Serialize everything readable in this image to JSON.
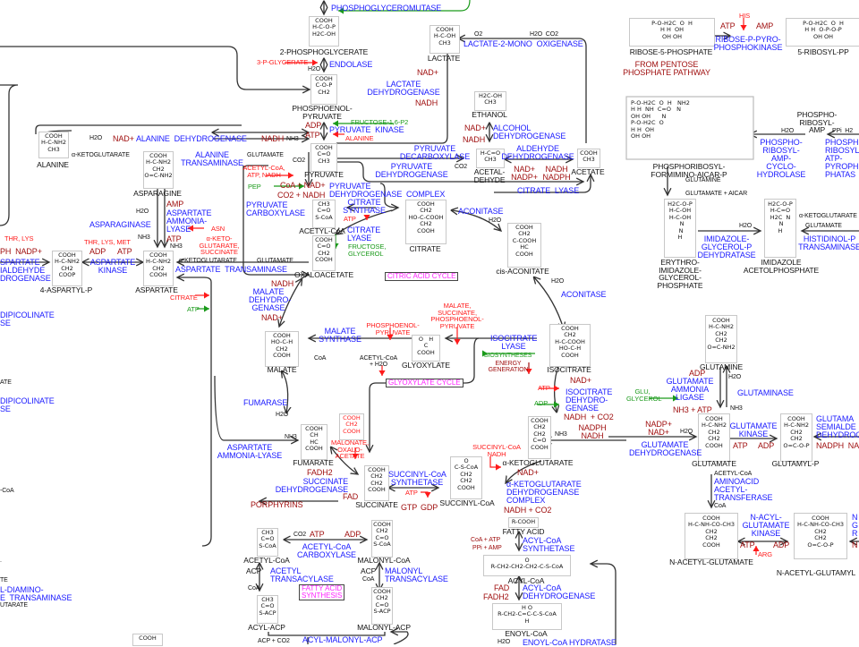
{
  "colors": {
    "enzyme": "#1a1aff",
    "cofactor": "#a01010",
    "inhibitor": "#ff1a1a",
    "activator": "#1a9a1a",
    "cycle_label": "#ff22ff",
    "compound": "#111111"
  },
  "compounds": {
    "phosphoglycerate2": {
      "name": "2-PHOSPHOGLYCERATE",
      "formula": "COOH\nH-C-O-P\nH2C-OH"
    },
    "pep": {
      "name": "PHOSPHOENOL-\nPYRUVATE",
      "formula": "COOH\nC-O-P\nCH2"
    },
    "pyruvate": {
      "name": "PYRUVATE",
      "formula": "COOH\nC=O\nCH3"
    },
    "lactate": {
      "name": "LACTATE",
      "formula": "COOH\nH-C-OH\nCH3"
    },
    "ethanol": {
      "name": "ETHANOL",
      "formula": "H2C-OH\nCH3"
    },
    "acetaldehyde": {
      "name": "ACETAL-\nDEHYDE",
      "formula": "H-C=O\nCH3"
    },
    "acetate": {
      "name": "ACETATE",
      "formula": "COOH\nCH3"
    },
    "alanine": {
      "name": "ALANINE",
      "formula": "COOH\nH-C-NH2\nCH3"
    },
    "asparagine": {
      "name": "ASPARAGINE",
      "formula": "COOH\nH-C-NH2\nCH2\nO=C-NH2"
    },
    "aspartate": {
      "name": "ASPARTATE",
      "formula": "COOH\nH-C-NH2\nCH2\nCOOH"
    },
    "aspartyl_p": {
      "name": "4-ASPARTYL-P",
      "formula": "COOH\nH-C-NH2\nCH2\nCOOP"
    },
    "acetyl_coa": {
      "name": "ACETYL-CoA",
      "formula": "CH3\nC=O\nS-CoA"
    },
    "oxaloacetate": {
      "name": "OXALOACETATE",
      "formula": "COOH\nC=O\nCH2\nCOOH"
    },
    "citrate": {
      "name": "CITRATE",
      "formula": "COOH\nCH2\nHO-C-COOH\nCH2\nCOOH"
    },
    "cis_aconitate": {
      "name": "cis-ACONITATE",
      "formula": "COOH\nCH2\nC-COOH\nHC\nCOOH"
    },
    "isocitrate": {
      "name": "ISOCITRATE",
      "formula": "COOH\nCH2\nH-C-COOH\nHO-C-H\nCOOH"
    },
    "malate": {
      "name": "MALATE",
      "formula": "COOH\nHO-C-H\nCH2\nCOOH"
    },
    "glyoxylate": {
      "name": "GLYOXYLATE",
      "formula": "O   H\nC\nCOOH"
    },
    "fumarate": {
      "name": "FUMARATE",
      "formula": "COOH\nCH\nHC\nCOOH"
    },
    "succinate": {
      "name": "SUCCINATE",
      "formula": "COOH\nCH2\nCH2\nCOOH"
    },
    "succinyl_coa": {
      "name": "SUCCINYL-CoA",
      "formula": "O\nC-S-CoA\nCH2\nCH2\nCOOH"
    },
    "akg": {
      "name": "α-KETOGLUTARATE",
      "formula": "COOH\nCH2\nCH2\nC=O\nCOOH"
    },
    "malonate_inh": {
      "formula": "COOH\nCH2\nCOOH"
    },
    "ribose5p": {
      "name": "RIBOSE-5-PHOSPHATE",
      "formula": "P-O-H2C  O  H\nH H  OH\nOH OH"
    },
    "ribosylpp": {
      "name": "5-RIBOSYL-PP",
      "formula": "P-O-H2C  O  H\nH H  O-P-O-P\nOH OH"
    },
    "prfar": {
      "name": "PHOSPHORIBOSYL-\nFORMIMINO-AICAR-P",
      "formula": "P-O-H2C  O  H   NH2\nH H  NH  C=O   N\nOH OH      N\nP-O-H2C  O\nH H  OH\nOH OH"
    },
    "pr_amp": {
      "name": "PHOSPHO-\nRIBOSYL-\nAMP"
    },
    "igp": {
      "name": "ERYTHRO-\nIMIDAZOLE-\nGLYCEROL-\nPHOSPHATE",
      "formula": "H2C-O-P\nH-C-OH\nH-C-OH\n  N\n N\nH"
    },
    "iap": {
      "name": "IMIDAZOLE\nACETOLPHOSPHATE",
      "formula": "H2C-O-P\nH-C=O\nH2C  N\n N\nH"
    },
    "glutamine": {
      "name": "GLUTAMINE",
      "formula": "COOH\nH-C-NH2\nCH2\nCH2\nO=C-NH2"
    },
    "glutamate": {
      "name": "GLUTAMATE",
      "formula": "COOH\nH-C-NH2\nCH2\nCH2\nCOOH"
    },
    "glutamyl_p": {
      "name": "GLUTAMYL-P",
      "formula": "COOH\nH-C-NH2\nCH2\nCH2\nO=C-O-P"
    },
    "n_acetyl_glutamate": {
      "name": "N-ACETYL-GLUTAMATE",
      "formula": "COOH\nH-C-NH-CO-CH3\nCH2\nCH2\nCOOH"
    },
    "n_acetyl_glutamyl": {
      "name": "N-ACETYL-GLUTAMYL",
      "formula": "COOH\nH-C-NH-CO-CH3\nCH2\nCH2\nO=C-O-P"
    },
    "fa_acetyl_coa": {
      "name": "ACETYL-CoA",
      "formula": "CH3\nC=O\nS-CoA"
    },
    "malonyl_coa": {
      "name": "MALONYL-CoA",
      "formula": "COOH\nCH2\nC=O\nS-CoA"
    },
    "acyl_acp": {
      "name": "ACYL-ACP",
      "formula": "CH3\nC=O\nS-ACP"
    },
    "malonyl_acp": {
      "name": "MALONYL-ACP",
      "formula": "COOH\nCH2\nC=O\nS-ACP"
    },
    "fatty_acid": {
      "name": "FATTY ACID",
      "formula": "R-COOH"
    },
    "acyl_coa": {
      "name": "ACYL-CoA",
      "formula": "O\nR-CH2-CH2-CH2-C-S-CoA"
    },
    "enoyl_coa": {
      "name": "ENOYL-CoA",
      "formula": "H O\nR-CH2-C=C-C-S-CoA\nH"
    },
    "bottom_left": {
      "formula": "COOH"
    }
  },
  "enzymes": {
    "phosphoglyceromutase": "PHOSPHOGLYCEROMUTASE",
    "endolase": "ENDOLASE",
    "pyruvate_kinase": "PYRUVATE  KINASE",
    "lactate_dh": "LACTATE\nDEHYDROGENASE",
    "lactate_mono": "LACTATE-2-MONO  OXIGENASE",
    "alcohol_dh": "ALCOHOL\nDEHYDROGENASE",
    "aldehyde_dh": "ALDEHYDE\nDEHYDROGENASE",
    "pyruvate_decarb": "PYRUVATE\nDECARBOXYLASE",
    "pyruvate_dh": "PYRUVATE\nDEHYDROGENASE",
    "pdh_complex": "PYRUVATE\nDEHYDROGENASE  COMPLEX",
    "citrate_lyase_top": "CITRATE  LYASE",
    "alanine_dh": "ALANINE  DEHYDROGENASE",
    "alanine_trans": "ALANINE\nTRANSAMINASE",
    "asparaginase": "ASPARAGINASE",
    "aspartate_ammonia_lyase_top": "ASPARTATE\nAMMONIA-\nLYASE",
    "aspartate_kinase": "ASPARTATE\nKINASE",
    "aspartate_semialdehyde": "SPARTATE\nIALDEHYDE\nDROGENASE",
    "aspartate_trans": "ASPARTATE  TRANSAMINASE",
    "pyruvate_carboxylase": "PYRUVATE\nCARBOXYLASE",
    "citrate_synthase": "CITRATE\nSYNTHASE",
    "citrate_lyase": "CITRATE\nLYASE",
    "aconitase1": "ACONITASE",
    "aconitase2": "ACONITASE",
    "malate_dh": "MALATE\nDEHYDRO-\nGENASE",
    "malate_synthase": "MALATE\nSYNTHASE",
    "isocitrate_lyase": "ISOCITRATE\nLYASE",
    "isocitrate_dh": "ISOCITRATE\nDEHYDRO-\nGENASE",
    "fumarase": "FUMARASE",
    "aspartate_ammonia_lyase": "ASPARTATE\nAMMONIA-LYASE",
    "succinate_dh": "SUCCINATE\nDEHYDROGENASE",
    "succinyl_coa_synth": "SUCCINYL-CoA\nSYNTHETASE",
    "akg_dh": "α-KETOGLUTARATE\nDEHYDROGENASE\nCOMPLEX",
    "ribose_p_pyro": "RIBOSE-P-PYRO-\nPHOSPHOKINASE",
    "pr_amp_cyclo": "PHOSPHO-\nRIBOSYL-\nAMP-\nCYCLO-\nHYDROLASE",
    "pr_atp_pyro": "PHOSPH\nRIBOSYL\nATP-\nPYROPH\nPHATAS",
    "igp_dehydratase": "IMIDAZOLE-\nGLYCEROL-P\nDEHYDRATASE",
    "histidinol_trans": "HISTIDINOL-P\nTRANSAMINASE",
    "glutamate_ammonia_ligase": "GLUTAMATE\nAMMONIA\nLIGASE",
    "glutaminase": "GLUTAMINASE",
    "glutamate_dh": "GLUTAMATE\nDEHYDROGENASE",
    "glutamate_kinase": "GLUTAMATE\nKINASE",
    "glutamate_semialdehyde": "GLUTAMA\nSEMIALDE\nDEHYDROG",
    "aminoacid_acetyltrans": "AMINOACID\nACETYL-\nTRANSFERASE",
    "n_acyl_glu_kinase": "N-ACYL-\nGLUTAMATE\nKINASE",
    "right_edge_r": "N\nG\nR",
    "acetyl_coa_carb": "ACETYL-CoA\nCARBOXYLASE",
    "acetyl_transacylase": "ACETYL\nTRANSACYLASE",
    "malonyl_transacylase": "MALONYL\nTRANSACYLASE",
    "acyl_malonyl_acp": "ACYL-MALONYL-ACP",
    "acyl_coa_synth": "ACYL-CoA\nSYNTHETASE",
    "acyl_coa_dh": "ACYL-CoA\nDEHYDROGENASE",
    "enoyl_coa_hydratase": "ENOYL-CoA HYDRATASE",
    "dipicolinate1": "DIPICOLINATE\nSE",
    "dipicolinate2": "DIPICOLINATE\nSE",
    "diamino_trans": "L-DIAMINO-\nE  TRANSAMINASE"
  },
  "cofactors": {
    "h2o_endolase": "H2O",
    "adp_pk": "ADP",
    "atp_pk": "ATP",
    "nad_lac": "NAD+",
    "nadh_lac": "NADH",
    "o2": "O2",
    "h2o_co2": "H2O  CO2",
    "nad_alc": "NAD+",
    "nadh_alc": "NADH",
    "nad_ald": "NAD+\nNADP+",
    "nadh_ald": "NADH\nNADPH",
    "co2_decarb": "CO2",
    "h2o_ala": "H2O",
    "nad_ala": "NAD+",
    "nadh_ala": "NADH",
    "nh3_ala": "NH3",
    "akg_ala": "α-KETOGLUTARATE",
    "glu_ala": "GLUTAMATE",
    "co2_pc": "CO2",
    "coa_nad": "CoA + NAD+",
    "co2_nadh": "CO2 + NADH",
    "amp_asn": "AMP",
    "atp_asn": "ATP",
    "nh3_asn": "NH3",
    "h2o_asn": "H2O",
    "nh3_asn2": "NH3",
    "adp_ak": "ADP",
    "atp_ak": "ATP",
    "nadp_left": "PH  NADP+",
    "akg_asp": "α-KETOGLUTARATE",
    "glu_asp": "GLUTAMATE",
    "h2o_acon": "H2O",
    "h2o_acon2": "H2O",
    "nadh_mdh": "NADH",
    "nad_mdh": "NAD+",
    "coa_ms": "CoA",
    "acetyl_ms": "ACETYL-CoA\n+ H2O",
    "biosyntheses": "BIOSYNTHESES",
    "energy_gen": "ENERGY\nGENERATION",
    "nad_icdh": "NAD+",
    "nadh_icdh": "NADH  + CO2",
    "nh3_glu": "NH3",
    "nadph_glu": "NADPH\nNADH",
    "h2o_fum": "H2O",
    "nh3_fum": "NH3",
    "fadh2": "FADH2",
    "fad": "FAD",
    "porphyrins": "PORPHYRINS",
    "gtp": "GTP",
    "gdp": "GDP",
    "atp_scs": "ATP",
    "nad_akg": "NAD+",
    "nadh_akg": "NADH + CO2",
    "atp_rpk": "ATP",
    "amp_rpk": "AMP",
    "from_pentose": "FROM PENTOSE\nPHOSPHATE PATHWAY",
    "h2o_pra": "H2O",
    "ppi_pra": "PPi  H2",
    "glutamine_his": "GLUTAMINE",
    "glutamate_aicar": "GLUTAMATE + AICAR",
    "h2o_igp": "H2O",
    "akg_his": "α-KETOGLUTARATE",
    "glu_his": "GLUTAMATE",
    "adp_gs": "ADP",
    "h2o_gs": "H2O",
    "nh3_atp_gs": "NH3 + ATP",
    "nh3_gs": "NH3",
    "nadp_gdh": "NADP+\nNAD+",
    "h2o_gdh": "H2O",
    "atp_gk": "ATP",
    "adp_gk": "ADP",
    "nadph_gsa": "NADPH  NA",
    "acetyl_coa_aat": "ACETYL-CoA",
    "coa_aat": "CoA",
    "atp_nag": "ATP",
    "adp_nag": "ADP",
    "n_right": "N",
    "co2_acc": "CO2",
    "atp_acc": "ATP",
    "adp_acc": "ADP",
    "acp_at": "ACP",
    "coa_at": "CoA",
    "acp_mt": "ACP",
    "coa_mt": "CoA",
    "acp_co2": "ACP + CO2",
    "coa_atp": "CoA + ATP",
    "ppi_amp": "PPi + AMP",
    "fad_acd": "FAD",
    "fadh2_acd": "FADH2",
    "h2o_ech": "H2O",
    "left_ate1": "ATE",
    "left_coa": "-CoA",
    "left_ate2": "TE",
    "left_utarate": "UTARATE",
    "left_dot": "."
  },
  "regulators": {
    "inh_3pg": "3-P-GLYCERATE",
    "act_f16p": "FRUCTOSE-1,6-P2",
    "inh_alanine": "ALANINE",
    "inh_acetylcoa": "ACETYL-CoA,\nATP, NADH",
    "act_pep": "PEP",
    "inh_atp_cs": "ATP",
    "act_fructose": "FRUCTOSE,\nGLYCEROL",
    "inh_asn": "ASN",
    "inh_akg_succ": "α-KETO-\nGLUTARATE,\nSUCCINATE",
    "inh_thr_lys_met": "THR, LYS, MET",
    "inh_thr_lys": "THR, LYS",
    "inh_citrate": "CITRATE",
    "act_atp": "ATP",
    "inh_pep_ms": "PHOSPHOENOL-\nPYRUVATE",
    "inh_mal_succ_pep": "MALATE,\nSUCCINATE,\nPHOSPHOENOL-\nPYRUVATE",
    "inh_atp_icdh": "ATP",
    "act_adp_icdh": "ADP",
    "inh_malonate": "MALONATE,\nOXALO-\nACETATE",
    "inh_succ_nadh": "SUCCINYL-CoA\nNADH",
    "inh_his": "HIS",
    "act_glu_glycerol": "GLU,\nGLYCEROL",
    "inh_arg": "ARG"
  },
  "cycles": {
    "citric": "CITRIC ACID CYCLE",
    "glyoxylate": "GLYOXYLATE CYCLE",
    "fatty_acid": "FATTY ACID\nSYNTHESIS"
  }
}
